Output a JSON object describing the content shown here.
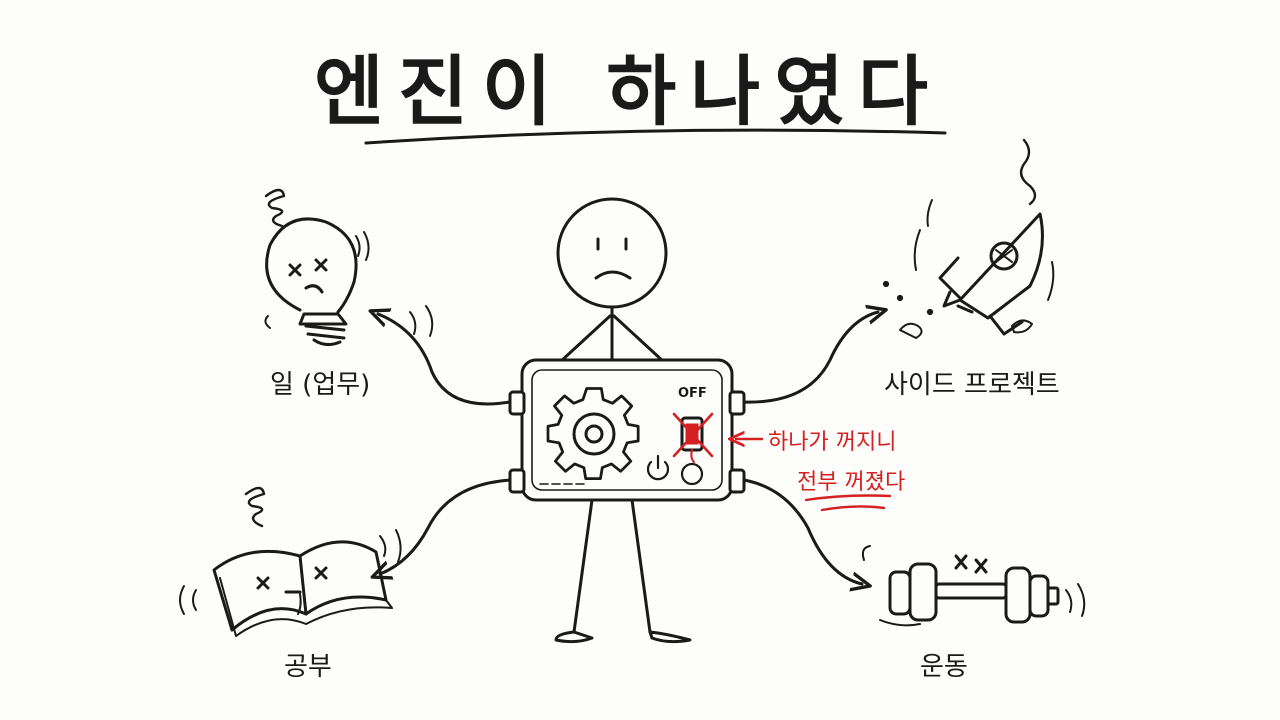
{
  "title": "엔진이 하나였다",
  "engine": {
    "switch_label": "OFF"
  },
  "branches": {
    "work": "일 (업무)",
    "side_project": "사이드 프로젝트",
    "study": "공부",
    "exercise": "운동"
  },
  "annotation": {
    "line1": "하나가 꺼지니",
    "line2": "전부 꺼졌다"
  },
  "colors": {
    "ink": "#1a1a1a",
    "accent": "#d42020"
  },
  "icons": [
    "dead-lightbulb-icon",
    "rocket-icon",
    "open-book-icon",
    "dumbbell-icon",
    "gear-icon",
    "power-icon",
    "toggle-switch-icon"
  ]
}
